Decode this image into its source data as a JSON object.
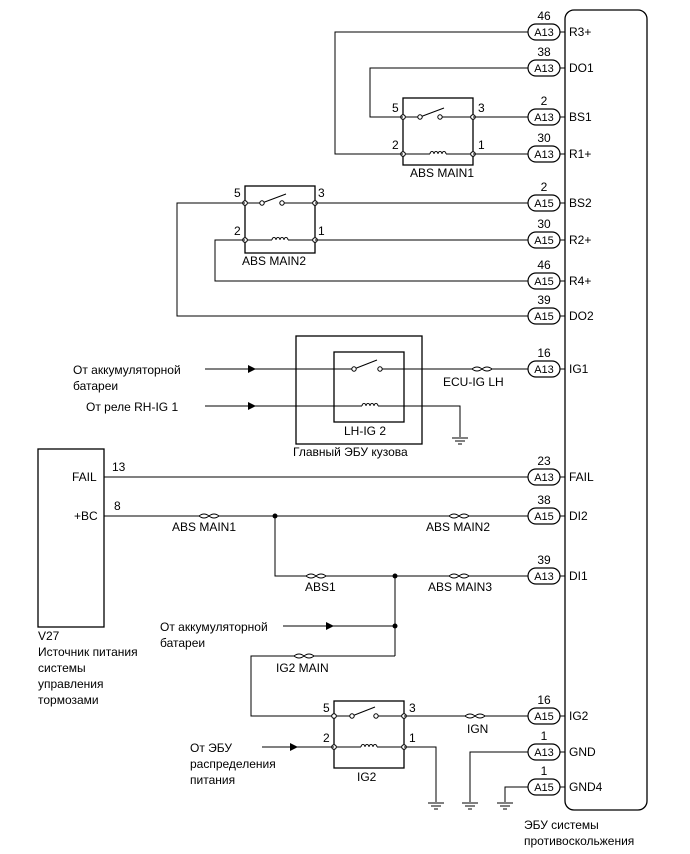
{
  "ecu": {
    "label_line1": "ЭБУ системы",
    "label_line2": "противоскольжения",
    "pins": [
      {
        "num": "46",
        "conn": "A13",
        "name": "R3+"
      },
      {
        "num": "38",
        "conn": "A13",
        "name": "DO1"
      },
      {
        "num": "2",
        "conn": "A13",
        "name": "BS1"
      },
      {
        "num": "30",
        "conn": "A13",
        "name": "R1+"
      },
      {
        "num": "2",
        "conn": "A15",
        "name": "BS2"
      },
      {
        "num": "30",
        "conn": "A15",
        "name": "R2+"
      },
      {
        "num": "46",
        "conn": "A15",
        "name": "R4+"
      },
      {
        "num": "39",
        "conn": "A15",
        "name": "DO2"
      },
      {
        "num": "16",
        "conn": "A13",
        "name": "IG1"
      },
      {
        "num": "23",
        "conn": "A13",
        "name": "FAIL"
      },
      {
        "num": "38",
        "conn": "A15",
        "name": "DI2"
      },
      {
        "num": "39",
        "conn": "A13",
        "name": "DI1"
      },
      {
        "num": "16",
        "conn": "A15",
        "name": "IG2"
      },
      {
        "num": "1",
        "conn": "A13",
        "name": "GND"
      },
      {
        "num": "1",
        "conn": "A15",
        "name": "GND4"
      }
    ]
  },
  "relays": {
    "abs_main1": {
      "label": "ABS MAIN1",
      "pin5": "5",
      "pin3": "3",
      "pin2": "2",
      "pin1": "1"
    },
    "abs_main2": {
      "label": "ABS MAIN2",
      "pin5": "5",
      "pin3": "3",
      "pin2": "2",
      "pin1": "1"
    },
    "lh_ig2": {
      "label": "LH-IG 2"
    },
    "ig2": {
      "label": "IG2",
      "pin5": "5",
      "pin3": "3",
      "pin2": "2",
      "pin1": "1"
    }
  },
  "body_ecu_label": "Главный ЭБУ кузова",
  "fuses": {
    "ecu_ig_lh": "ECU-IG LH",
    "abs_main1": "ABS MAIN1",
    "abs_main2": "ABS MAIN2",
    "abs1": "ABS1",
    "abs_main3": "ABS MAIN3",
    "ig2_main": "IG2 MAIN",
    "ign": "IGN"
  },
  "inputs": {
    "battery1_line1": "От аккумуляторной",
    "battery1_line2": "батареи",
    "rh_ig1": "От реле RH-IG 1",
    "battery2_line1": "От аккумуляторной",
    "battery2_line2": "батареи",
    "ecu_dist_line1": "От ЭБУ",
    "ecu_dist_line2": "распределения",
    "ecu_dist_line3": "питания"
  },
  "v27": {
    "id": "V27",
    "fail_label": "FAIL",
    "fail_pin": "13",
    "bc_label": "+BC",
    "bc_pin": "8",
    "desc_line1": "Источник питания",
    "desc_line2": "системы",
    "desc_line3": "управления",
    "desc_line4": "тормозами"
  }
}
